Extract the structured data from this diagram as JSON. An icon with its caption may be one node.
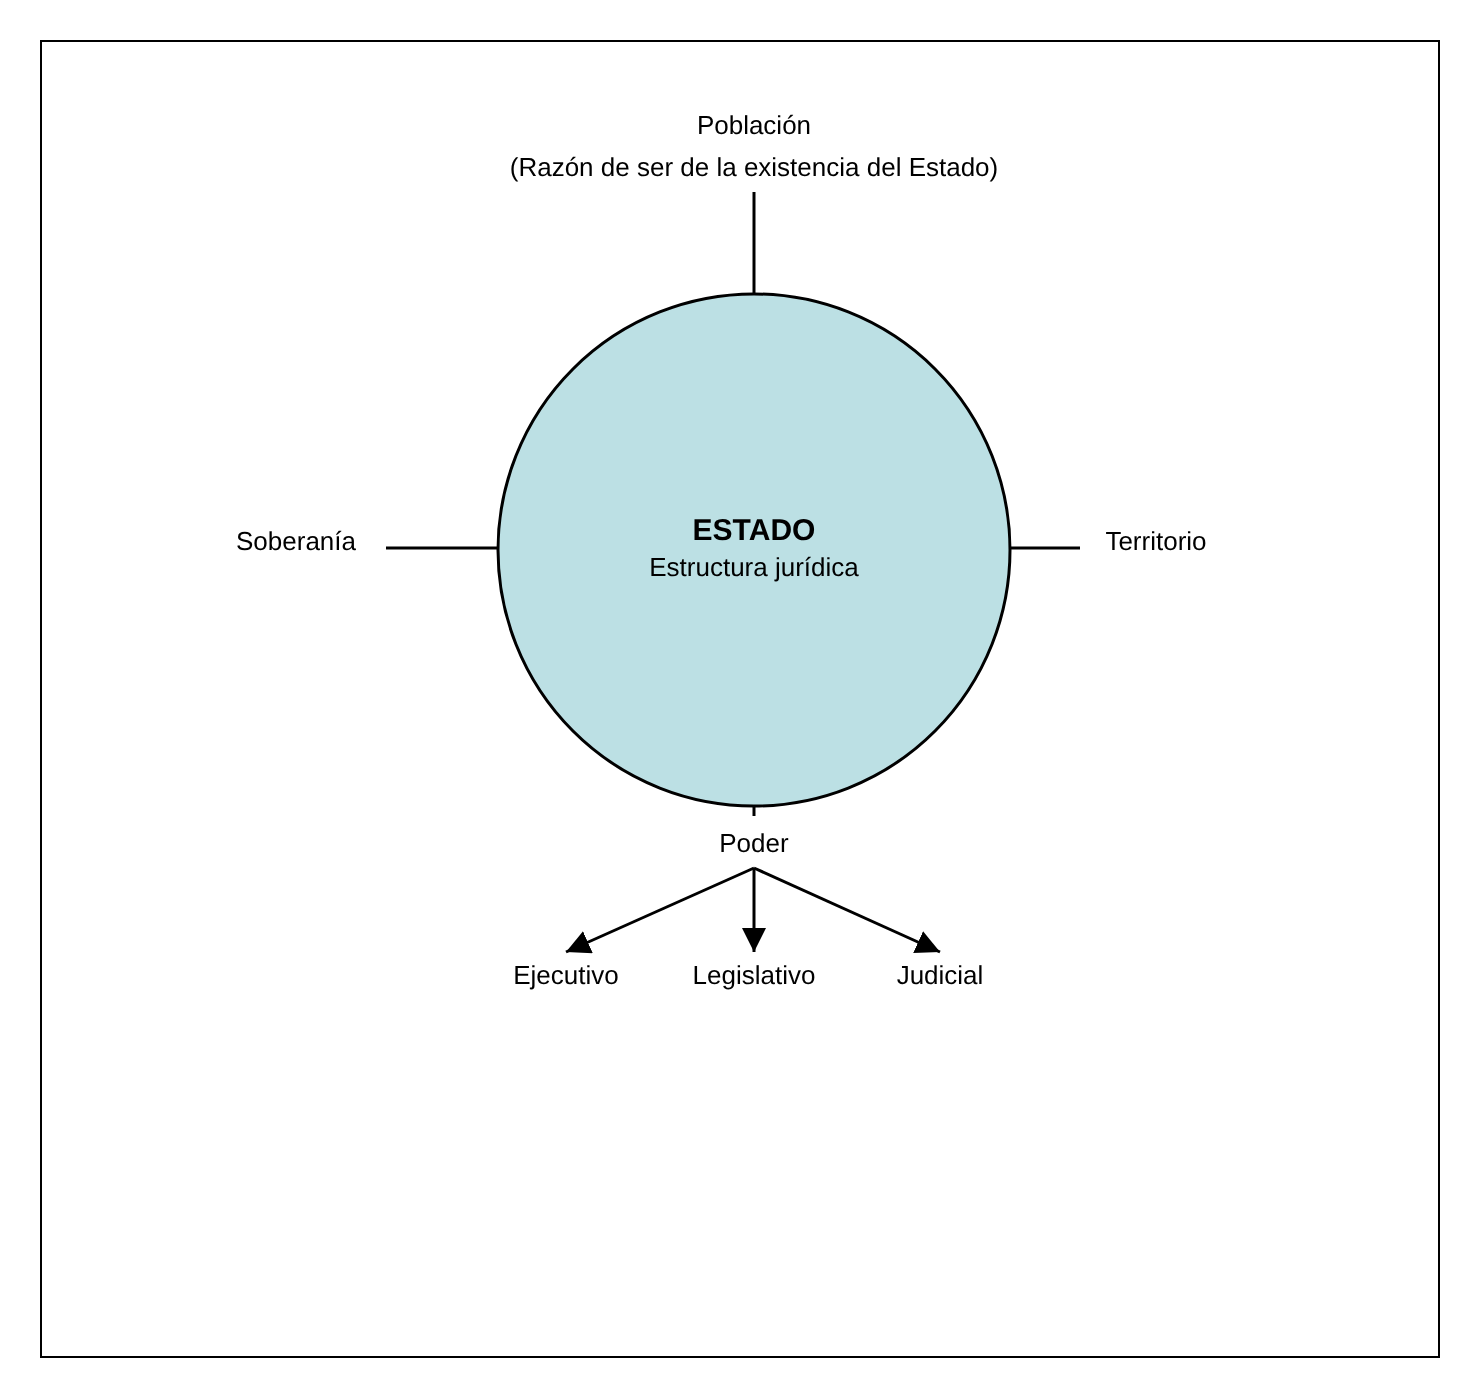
{
  "diagram": {
    "nodes": [
      {
        "text": [
          "ESTADO",
          "Estructura jurídica"
        ]
      },
      {
        "text": [
          "Población",
          "(Razón de ser de la existencia del Estado)"
        ]
      },
      {
        "text": [
          "Soberanía"
        ]
      },
      {
        "text": [
          "Territorio"
        ]
      },
      {
        "text": [
          "Poder"
        ]
      },
      {
        "text": [
          "Ejecutivo"
        ]
      },
      {
        "text": [
          "Legislativo"
        ]
      },
      {
        "text": [
          "Judicial"
        ]
      }
    ],
    "edges": [
      {
        "from": 0,
        "to": 1,
        "arrow": "none"
      },
      {
        "from": 0,
        "to": 2,
        "arrow": "none"
      },
      {
        "from": 0,
        "to": 3,
        "arrow": "none"
      },
      {
        "from": 0,
        "to": 4,
        "arrow": "none"
      },
      {
        "from": 4,
        "to": 5,
        "arrow": "to"
      },
      {
        "from": 4,
        "to": 6,
        "arrow": "to"
      },
      {
        "from": 4,
        "to": 7,
        "arrow": "to"
      }
    ]
  }
}
